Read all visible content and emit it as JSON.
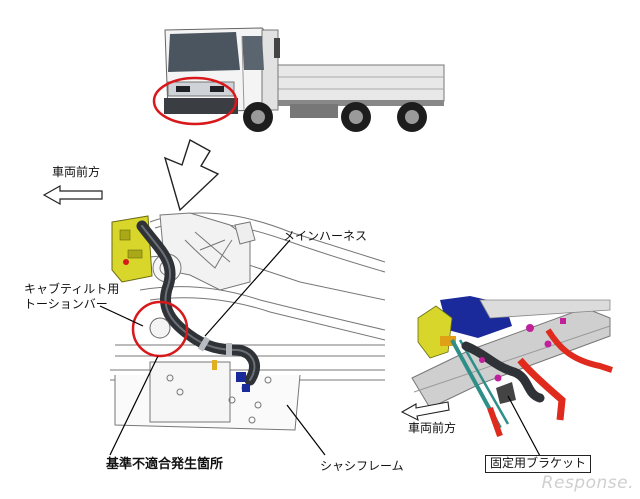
{
  "labels": {
    "forward_main": "車両前方",
    "main_harness": "メインハーネス",
    "torsion_bar_line1": "キャブティルト用",
    "torsion_bar_line2": "トーションバー",
    "defect_location": "基準不適合発生箇所",
    "chassis_frame": "シャシフレーム",
    "forward_inset": "車両前方",
    "fixing_bracket": "固定用ブラケット"
  },
  "watermark": "Response.",
  "colors": {
    "highlight_circle": "#d7191c",
    "bracket_yellow": "#d8d62a",
    "harness_dark": "#2f3236",
    "pipe_red": "#e02a1e",
    "frame_grey": "#cfcfcf",
    "engine_blue": "#1a2a9a"
  }
}
